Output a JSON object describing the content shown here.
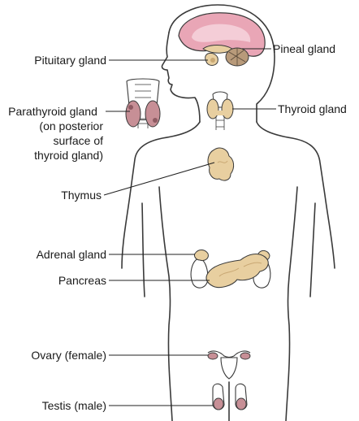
{
  "labels": {
    "pituitary": "Pituitary gland",
    "pineal": "Pineal gland",
    "parathyroid_1": "Parathyroid gland",
    "parathyroid_2": "(on posterior",
    "parathyroid_3": "surface of",
    "parathyroid_4": "thyroid gland)",
    "thyroid": "Thyroid gland",
    "thymus": "Thymus",
    "adrenal": "Adrenal gland",
    "pancreas": "Pancreas",
    "ovary": "Ovary (female)",
    "testis": "Testis (male)"
  },
  "colors": {
    "outline": "#3a3a3a",
    "brain_pink": "#e9a6b6",
    "brain_inner": "#f4cdd7",
    "gland_tan": "#e8cfa0",
    "gland_tan_dark": "#c9a874",
    "parathyroid_mauve": "#c78f96",
    "leader_line": "#222222"
  }
}
